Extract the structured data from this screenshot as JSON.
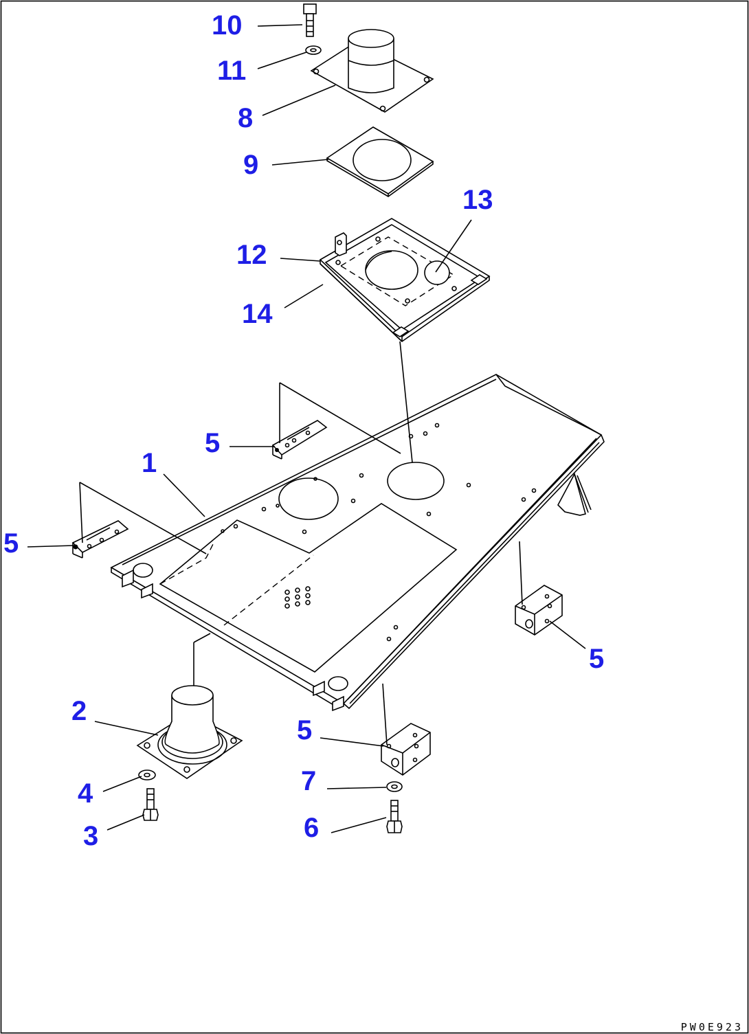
{
  "callouts": [
    {
      "label": "10"
    },
    {
      "label": "11"
    },
    {
      "label": "8"
    },
    {
      "label": "9"
    },
    {
      "label": "13"
    },
    {
      "label": "12"
    },
    {
      "label": "14"
    },
    {
      "label": "5"
    },
    {
      "label": "1"
    },
    {
      "label": "5"
    },
    {
      "label": "5"
    },
    {
      "label": "2"
    },
    {
      "label": "5"
    },
    {
      "label": "4"
    },
    {
      "label": "7"
    },
    {
      "label": "3"
    },
    {
      "label": "6"
    }
  ],
  "reference_code": "PW0E923",
  "colors": {
    "callout": "#1e1ee6",
    "line": "#000000",
    "background": "#ffffff"
  }
}
